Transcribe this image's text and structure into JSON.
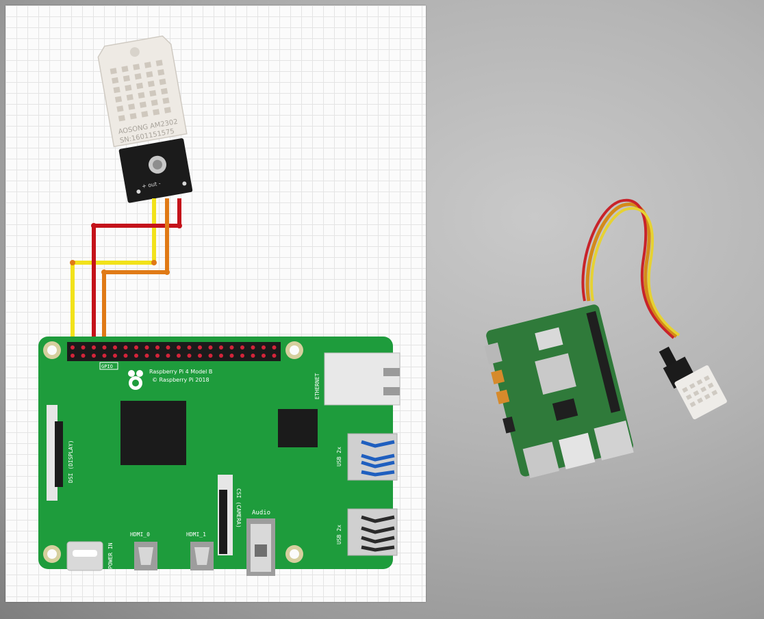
{
  "sensor": {
    "label_line1": "AOSONG AM2302",
    "label_line2": "SN:1601151575",
    "pin_label": "+  out  -"
  },
  "pi_board": {
    "model_line1": "Raspberry Pi 4 Model B",
    "model_line2": "© Raspberry Pi 2018",
    "gpio_label": "GPIO",
    "ethernet_label": "ETHERNET",
    "usb_label_1": "USB 2x",
    "usb_label_2": "USB 2x",
    "dsi_label": "DSI (DISPLAY)",
    "csi_label": "CSI (CAMERA)",
    "audio_label": "Audio",
    "power_label": "POWER IN",
    "hdmi0_label": "HDMI_0",
    "hdmi1_label": "HDMI_1"
  },
  "wires": [
    {
      "name": "data",
      "color": "#f2e21b"
    },
    {
      "name": "vcc",
      "color": "#c4121a"
    },
    {
      "name": "gnd",
      "color": "#e07a16"
    }
  ],
  "colors": {
    "board_green": "#1e9c3c",
    "sensor_white": "#eeeae4",
    "module_black": "#1b1b1b",
    "usb_blue": "#1f5fbf"
  }
}
